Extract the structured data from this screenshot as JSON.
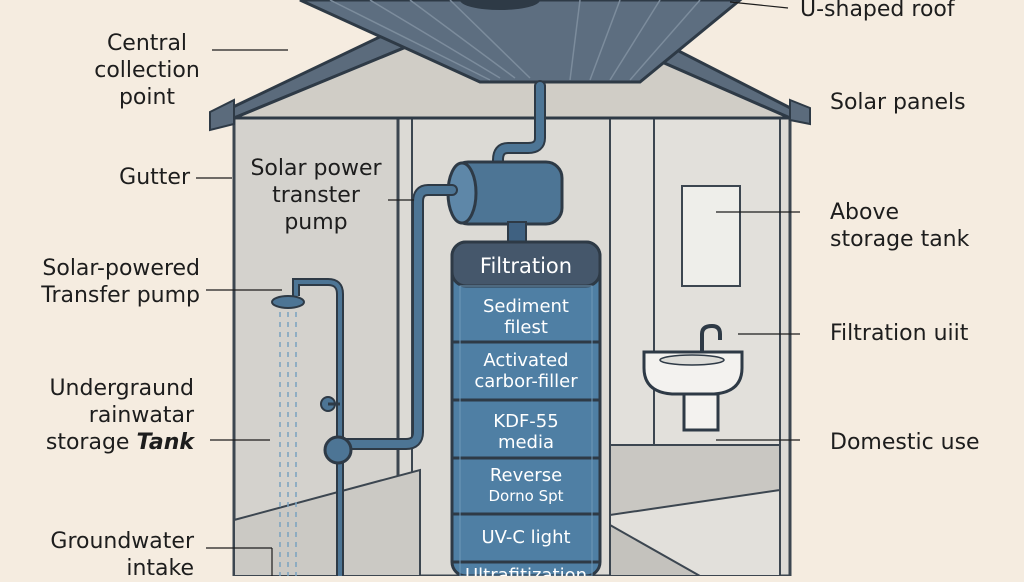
{
  "labels": {
    "central_collection_point": [
      "Central",
      "collection",
      "point"
    ],
    "gutter": "Gutter",
    "solar_power_transfer_pump": [
      "Solar power",
      "transter",
      "pump"
    ],
    "solar_powered_transfer_pump": [
      "Solar-powered",
      "Transfer pump"
    ],
    "underground_storage_tank": [
      "Undergraund",
      "rainwatar",
      "storage",
      "Tank"
    ],
    "groundwater_intake": [
      "Groundwater",
      "intake"
    ],
    "u_shaped_roof": "U-shaped roof",
    "solar_panels": "Solar panels",
    "above_storage_tank": [
      "Above",
      "storage tank"
    ],
    "filtration_unit": "Filtration uiit",
    "domestic_use": "Domestic use"
  },
  "filtration": {
    "title": "Filtration",
    "stages": [
      [
        "Sediment",
        "filest"
      ],
      [
        "Activated",
        "carbor-filler"
      ],
      [
        "KDF-55",
        "media"
      ],
      [
        "Reverse",
        "Dorno Spt"
      ],
      [
        "UV-C light"
      ],
      [
        "Ultrafitization"
      ]
    ]
  },
  "colors": {
    "background": "#f5ece0",
    "wall": "#d9d7d2",
    "roof": "#5b6b7c",
    "pipe": "#4d7595",
    "filter_header": "#45576b",
    "filter_body": "#4f7fa4"
  }
}
